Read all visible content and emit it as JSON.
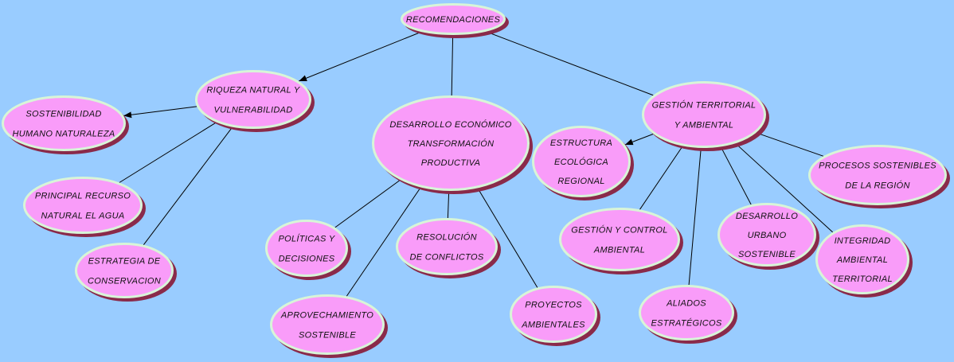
{
  "colors": {
    "background": "#99ccff",
    "node_fill": "#f99cf9",
    "node_border": "#d8f5d8",
    "node_shadow": "#8a2a4a"
  },
  "nodes": {
    "recomendaciones": [
      "RECOMENDACIONES"
    ],
    "riqueza": [
      "RIQUEZA NATURAL Y",
      "VULNERABILIDAD"
    ],
    "sostenibilidad": [
      "SOSTENIBILIDAD",
      "HUMANO NATURALEZA"
    ],
    "recurso": [
      "PRINCIPAL RECURSO",
      "NATURAL EL AGUA"
    ],
    "estrategia": [
      "ESTRATEGIA DE",
      "CONSERVACION"
    ],
    "desarrollo_economico": [
      "DESARROLLO ECONÓMICO",
      "TRANSFORMACIÓN",
      "PRODUCTIVA"
    ],
    "politicas": [
      "POLÍTICAS Y",
      "DECISIONES"
    ],
    "resolucion": [
      "RESOLUCIÓN",
      "DE CONFLICTOS"
    ],
    "aprovechamiento": [
      "APROVECHAMIENTO",
      "SOSTENIBLE"
    ],
    "proyectos": [
      "PROYECTOS",
      "AMBIENTALES"
    ],
    "gestion_territorial": [
      "GESTIÓN TERRITORIAL",
      "Y AMBIENTAL"
    ],
    "estructura": [
      "ESTRUCTURA",
      "ECOLÓGICA",
      "REGIONAL"
    ],
    "procesos": [
      "PROCESOS SOSTENIBLES",
      "DE LA REGIÓN"
    ],
    "gestion_control": [
      "GESTIÓN Y CONTROL",
      "AMBIENTAL"
    ],
    "aliados": [
      "ALIADOS",
      "ESTRATÉGICOS"
    ],
    "desarrollo_urbano": [
      "DESARROLLO",
      "URBANO",
      "SOSTENIBLE"
    ],
    "integridad": [
      "INTEGRIDAD",
      "AMBIENTAL",
      "TERRITORIAL"
    ]
  },
  "edges": [
    [
      "recomendaciones",
      "riqueza",
      true
    ],
    [
      "recomendaciones",
      "desarrollo_economico",
      false
    ],
    [
      "recomendaciones",
      "gestion_territorial",
      false
    ],
    [
      "riqueza",
      "sostenibilidad",
      true
    ],
    [
      "riqueza",
      "recurso",
      false
    ],
    [
      "riqueza",
      "estrategia",
      false
    ],
    [
      "desarrollo_economico",
      "politicas",
      false
    ],
    [
      "desarrollo_economico",
      "resolucion",
      false
    ],
    [
      "desarrollo_economico",
      "aprovechamiento",
      false
    ],
    [
      "desarrollo_economico",
      "proyectos",
      false
    ],
    [
      "gestion_territorial",
      "estructura",
      true
    ],
    [
      "gestion_territorial",
      "gestion_control",
      false
    ],
    [
      "gestion_territorial",
      "aliados",
      false
    ],
    [
      "gestion_territorial",
      "desarrollo_urbano",
      false
    ],
    [
      "gestion_territorial",
      "integridad",
      false
    ],
    [
      "gestion_territorial",
      "procesos",
      false
    ]
  ]
}
